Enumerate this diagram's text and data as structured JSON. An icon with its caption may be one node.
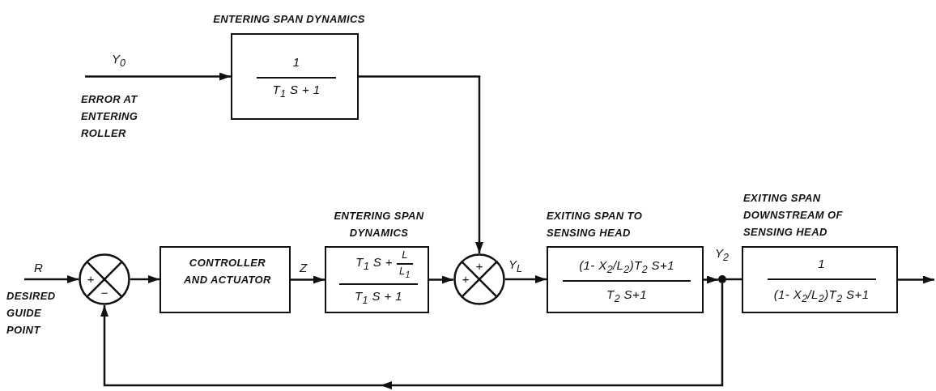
{
  "diagram": {
    "nodes": [
      {
        "text": [
          "ENTERING SPAN DYNAMICS",
          "1",
          "T$_{1}$ S + 1"
        ]
      },
      {
        "text": [
          "+",
          "−"
        ]
      },
      {
        "text": [
          "CONTROLLER AND ACTUATOR"
        ]
      },
      {
        "text": [
          "ENTERING SPAN DYNAMICS",
          "T$_{1}$ S +",
          "L",
          "L$_{1}$",
          "T$_{1}$ S + 1"
        ]
      },
      {
        "text": [
          "+",
          "+"
        ]
      },
      {
        "text": [
          "EXITING SPAN TO SENSING HEAD",
          "(1- X$_{2}$/L$_{2}$)T$_{2}$ S+1",
          "T$_{2}$ S+1"
        ]
      },
      {
        "text": [],
        "shape": "circle",
        "beside": [
          "Y$_{2}$"
        ]
      },
      {
        "text": [
          "EXITING SPAN DOWNSTREAM OF SENSING HEAD",
          "1",
          "(1- X$_{2}$/L$_{2}$)T$_{2}$ S+1"
        ]
      }
    ],
    "edges": [
      {
        "from": null,
        "to": 0,
        "arrow": "to",
        "label": "Y$_{0}$"
      },
      {
        "from": 0,
        "to": 4,
        "arrow": "to"
      },
      {
        "from": null,
        "to": 1,
        "arrow": "to",
        "label": "R"
      },
      {
        "from": 1,
        "to": 2,
        "arrow": "to"
      },
      {
        "from": 2,
        "to": 3,
        "arrow": "to",
        "label": "Z"
      },
      {
        "from": 3,
        "to": 4,
        "arrow": "to"
      },
      {
        "from": 4,
        "to": 5,
        "arrow": "to",
        "label": "Y$_{L}$"
      },
      {
        "from": 5,
        "to": 6,
        "arrow": "to"
      },
      {
        "from": 6,
        "to": 7,
        "arrow": "none"
      },
      {
        "from": 7,
        "to": null,
        "arrow": "to"
      },
      {
        "from": 6,
        "to": 1,
        "arrow": "to"
      }
    ],
    "labels": [
      "ERROR AT ENTERING ROLLER",
      "DESIRED GUIDE POINT"
    ]
  }
}
